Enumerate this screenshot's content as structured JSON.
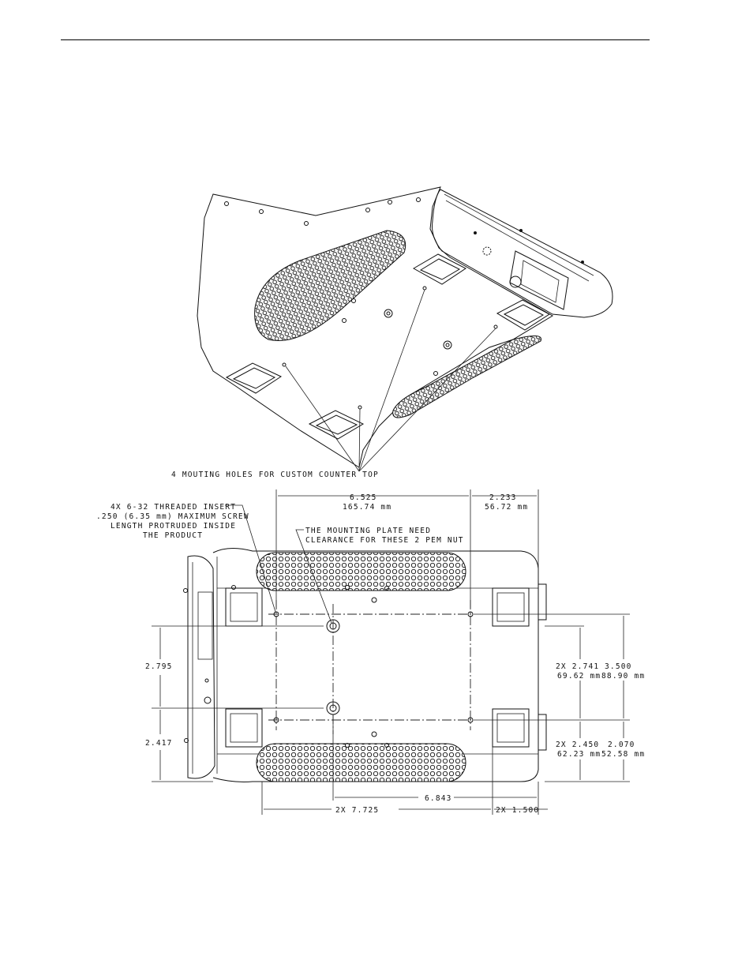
{
  "iso_view": {
    "callout": "4 MOUTING HOLES FOR CUSTOM COUNTER TOP"
  },
  "plan_view": {
    "insert_note": [
      "4X 6-32 THREADED INSERT",
      ".250 (6.35 mm) MAXIMUM SCREW",
      "LENGTH PROTRUDED INSIDE",
      "THE PRODUCT"
    ],
    "plate_note": [
      "THE MOUNTING PLATE NEED",
      "CLEARANCE FOR THESE 2 PEM NUT"
    ],
    "dims": {
      "top_width_in": "6.525",
      "top_width_mm": "165.74 mm",
      "top_right_in": "2.233",
      "top_right_mm": "56.72 mm",
      "left_upper": "2.795",
      "left_lower": "2.417",
      "right_a_in": "2X 2.741",
      "right_a_mm": "69.62 mm",
      "right_b_in": "3.500",
      "right_b_mm": "88.90 mm",
      "right_c_in": "2X 2.450",
      "right_c_mm": "62.23 mm",
      "right_d_in": "2.070",
      "right_d_mm": "52.58 mm",
      "bottom_inner": "6.843",
      "bottom_width": "2X 7.725",
      "bottom_right": "2X 1.500"
    }
  }
}
